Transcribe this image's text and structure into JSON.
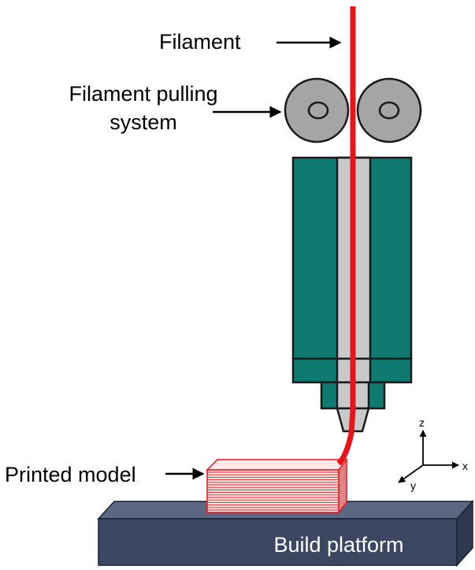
{
  "labels": {
    "filament": "Filament",
    "pulling_line1": "Filament pulling",
    "pulling_line2": "system",
    "printed_model": "Printed model",
    "build_platform": "Build platform"
  },
  "axes": {
    "z": "z",
    "x": "x",
    "y": "y"
  },
  "colors": {
    "filament": "#e8141b",
    "nozzle_body": "#0f7b70",
    "roller": "#a6a4a4",
    "channel": "#c9c9c9",
    "platform_front": "#3c4862",
    "platform_top": "#5c6781",
    "model_outline": "#e8141b",
    "model_fill": "#ffe7e7"
  }
}
